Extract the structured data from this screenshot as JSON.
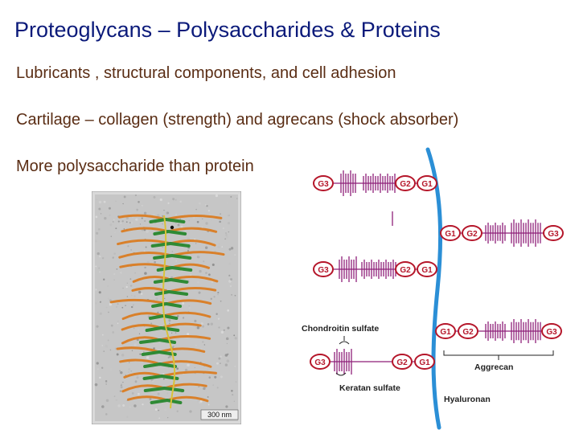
{
  "slide": {
    "title": "Proteoglycans – Polysaccharides & Proteins",
    "bullets": [
      "Lubricants , structural components, and cell adhesion",
      "Cartilage – collagen (strength) and agrecans (shock absorber)",
      "More polysaccharide than protein"
    ]
  },
  "micrograph": {
    "scale_bar_label": "300 nm"
  },
  "diagram": {
    "domain_labels": {
      "g1": "G1",
      "g2": "G2",
      "g3": "G3"
    },
    "chondroitin_label": "Chondroitin sulfate",
    "keratan_label": "Keratan sulfate",
    "aggrecan_label": "Aggrecan",
    "hyaluronan_label": "Hyaluronan"
  },
  "colors": {
    "title": "#0b1a7a",
    "bullet_text": "#5a2d14",
    "domain": "#b5162a",
    "chains": "#8e1f78",
    "hyaluronan": "#2b8fd6"
  }
}
